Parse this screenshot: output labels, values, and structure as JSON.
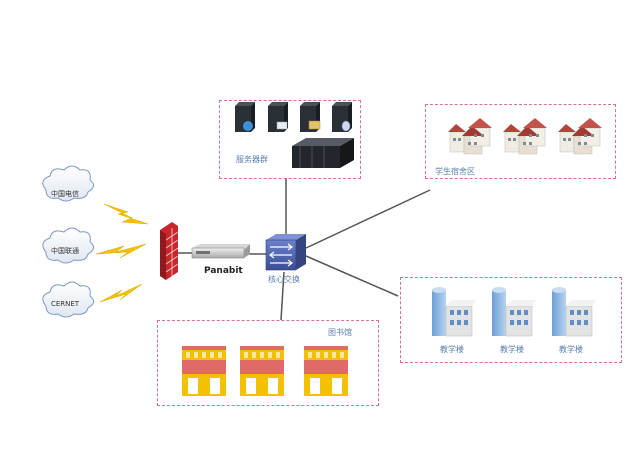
{
  "labels": {
    "server_group": "服务器群",
    "student_dorm": "学生宿舍区",
    "core_switch": "核心交换",
    "library": "图书馆",
    "panabit": "Panabit",
    "teaching_building_1": "教学楼",
    "teaching_building_2": "教学楼",
    "teaching_building_3": "教学楼"
  },
  "isps": [
    {
      "name": "中国电信"
    },
    {
      "name": "中国联通"
    },
    {
      "name": "CERNET"
    }
  ],
  "colors": {
    "region_border": "#d4728a",
    "link": "#555555",
    "lightning": "#f2c200",
    "firewall": "#c8262b",
    "switch": "#4a5fa8",
    "server": "#2b2f36",
    "dorm_roof": "#b5433a",
    "library_red": "#e06a6a",
    "library_yellow": "#f2c200",
    "teaching_blue": "#8fb7e0"
  }
}
